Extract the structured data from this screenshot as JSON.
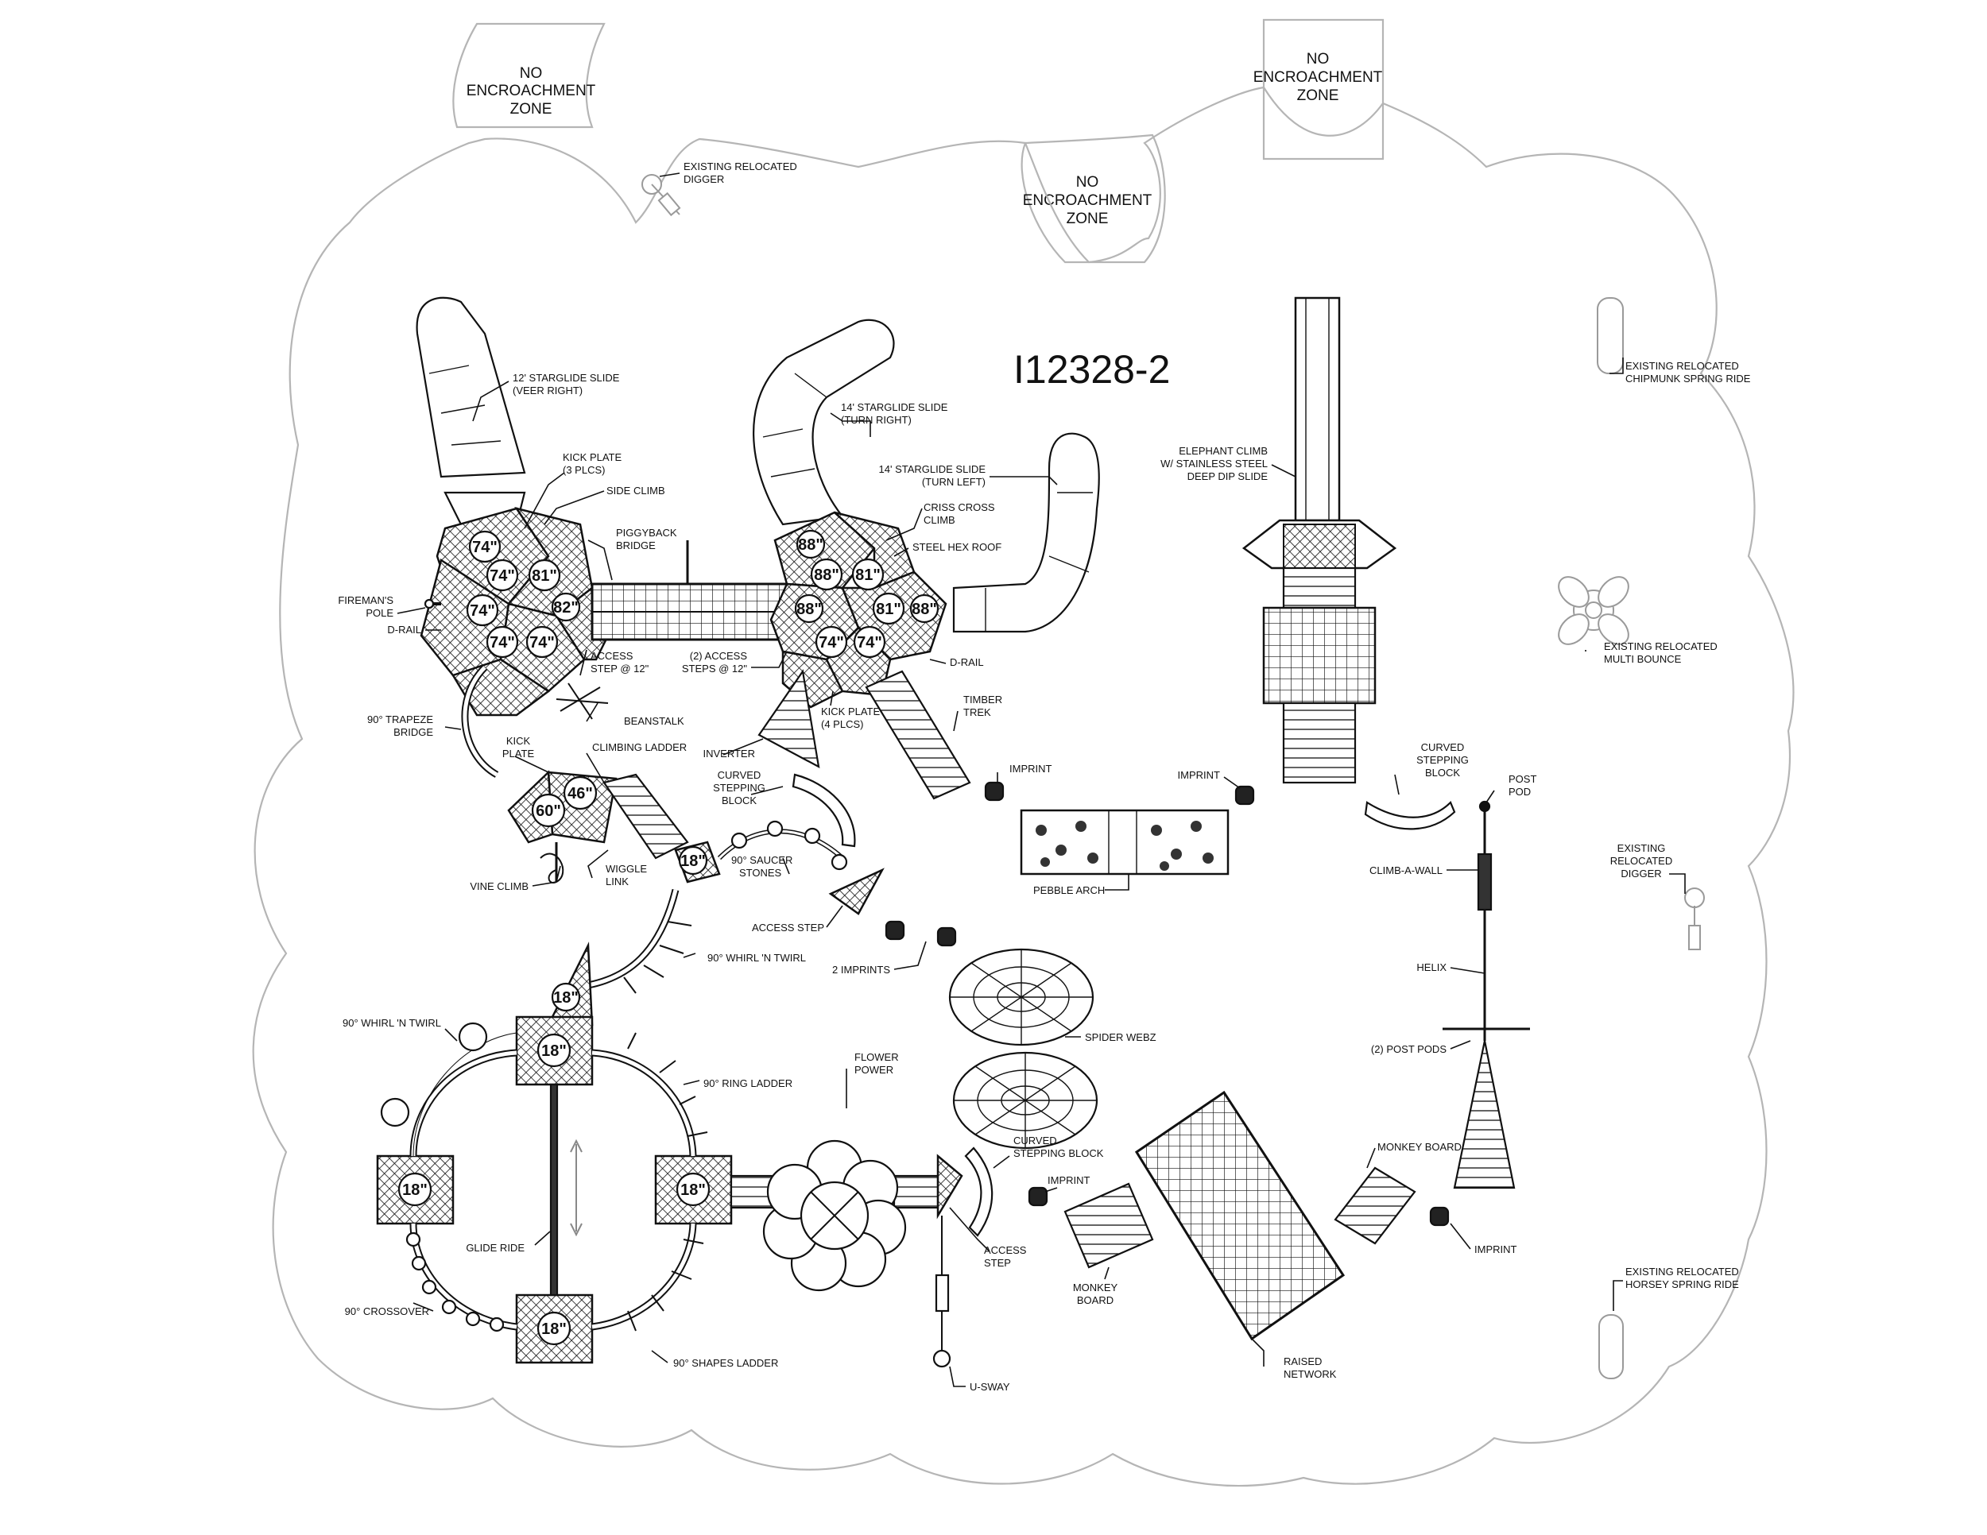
{
  "drawing": {
    "title": "I12328-2"
  },
  "no_encroachment_zones": [
    {
      "lines": [
        "NO",
        "ENCROACHMENT",
        "ZONE"
      ]
    },
    {
      "lines": [
        "NO",
        "ENCROACHMENT",
        "ZONE"
      ]
    },
    {
      "lines": [
        "NO",
        "ENCROACHMENT",
        "ZONE"
      ]
    }
  ],
  "deck_heights": {
    "d1": "74\"",
    "d2": "74\"",
    "d3": "81\"",
    "d4": "74\"",
    "d5": "74\"",
    "d6": "74\"",
    "d7": "82\"",
    "d8": "88\"",
    "d9": "88\"",
    "d10": "81\"",
    "d11": "88\"",
    "d12": "81\"",
    "d13": "88\"",
    "d14": "74\"",
    "d15": "74\"",
    "d16": "46\"",
    "d17": "60\"",
    "d18": "18\"",
    "d19": "18\"",
    "d20": "18\"",
    "d21": "18\"",
    "d22": "18\"",
    "d23": "18\""
  },
  "callouts": {
    "slide12": [
      "12' STARGLIDE SLIDE",
      "(VEER RIGHT)"
    ],
    "slide14r": [
      "14' STARGLIDE SLIDE",
      "(TURN RIGHT)"
    ],
    "slide14l": [
      "14' STARGLIDE SLIDE",
      "(TURN LEFT)"
    ],
    "kick3": [
      "KICK PLATE",
      "(3 PLCS)"
    ],
    "sideclimb": [
      "SIDE CLIMB"
    ],
    "piggyback": [
      "PIGGYBACK",
      "BRIDGE"
    ],
    "crisscross": [
      "CRISS CROSS",
      "CLIMB"
    ],
    "hexroof": [
      "STEEL HEX ROOF"
    ],
    "fireman": [
      "FIREMAN'S",
      "POLE"
    ],
    "drail1": [
      "D-RAIL"
    ],
    "access12": [
      "ACCESS",
      "STEP @ 12\""
    ],
    "access2": [
      "(2) ACCESS",
      "STEPS @ 12\""
    ],
    "drail2": [
      "D-RAIL"
    ],
    "beanstalk": [
      "BEANSTALK"
    ],
    "kick4": [
      "KICK PLATE",
      "(4 PLCS)"
    ],
    "timber": [
      "TIMBER",
      "TREK"
    ],
    "trapeze": [
      "90° TRAPEZE",
      "BRIDGE"
    ],
    "kick1": [
      "KICK",
      "PLATE"
    ],
    "climbladder": [
      "CLIMBING LADDER"
    ],
    "inverter": [
      "INVERTER"
    ],
    "curvedstep1": [
      "CURVED",
      "STEPPING",
      "BLOCK"
    ],
    "saucer": [
      "90° SAUCER",
      "STONES"
    ],
    "vineclimb": [
      "VINE CLIMB"
    ],
    "wiggle": [
      "WIGGLE",
      "LINK"
    ],
    "accessstep1": [
      "ACCESS STEP"
    ],
    "whirl1": [
      "90° WHIRL 'N TWIRL"
    ],
    "imprints2": [
      "2 IMPRINTS"
    ],
    "imprint1": [
      "IMPRINT"
    ],
    "imprint2": [
      "IMPRINT"
    ],
    "pebble": [
      "PEBBLE ARCH"
    ],
    "elephant": [
      "ELEPHANT CLIMB",
      "W/ STAINLESS STEEL",
      "DEEP DIP SLIDE"
    ],
    "curvedstep2": [
      "CURVED",
      "STEPPING",
      "BLOCK"
    ],
    "postpod": [
      "POST",
      "POD"
    ],
    "climbwall": [
      "CLIMB-A-WALL"
    ],
    "helix": [
      "HELIX"
    ],
    "postpods2": [
      "(2) POST PODS"
    ],
    "spiderwebz": [
      "SPIDER WEBZ"
    ],
    "whirl2": [
      "90° WHIRL 'N TWIRL"
    ],
    "ringladder": [
      "90° RING LADDER"
    ],
    "flower": [
      "FLOWER",
      "POWER"
    ],
    "curvedstep3": [
      "CURVED",
      "STEPPING BLOCK"
    ],
    "imprint3": [
      "IMPRINT"
    ],
    "accessstep2": [
      "ACCESS",
      "STEP"
    ],
    "monkeyboard1": [
      "MONKEY",
      "BOARD"
    ],
    "monkeyboard2": [
      "MONKEY BOARD"
    ],
    "imprint4": [
      "IMPRINT"
    ],
    "glide": [
      "GLIDE RIDE"
    ],
    "crossover": [
      "90° CROSSOVER"
    ],
    "shapes": [
      "90° SHAPES LADDER"
    ],
    "usway": [
      "U-SWAY"
    ],
    "raised": [
      "RAISED",
      "NETWORK"
    ],
    "digger1": [
      "EXISTING RELOCATED",
      "DIGGER"
    ],
    "chipmunk": [
      "EXISTING RELOCATED",
      "CHIPMUNK SPRING RIDE"
    ],
    "multibounce": [
      "EXISTING RELOCATED",
      "MULTI BOUNCE"
    ],
    "digger2": [
      "EXISTING",
      "RELOCATED",
      "DIGGER"
    ],
    "horsey": [
      "EXISTING RELOCATED",
      "HORSEY SPRING RIDE"
    ]
  }
}
